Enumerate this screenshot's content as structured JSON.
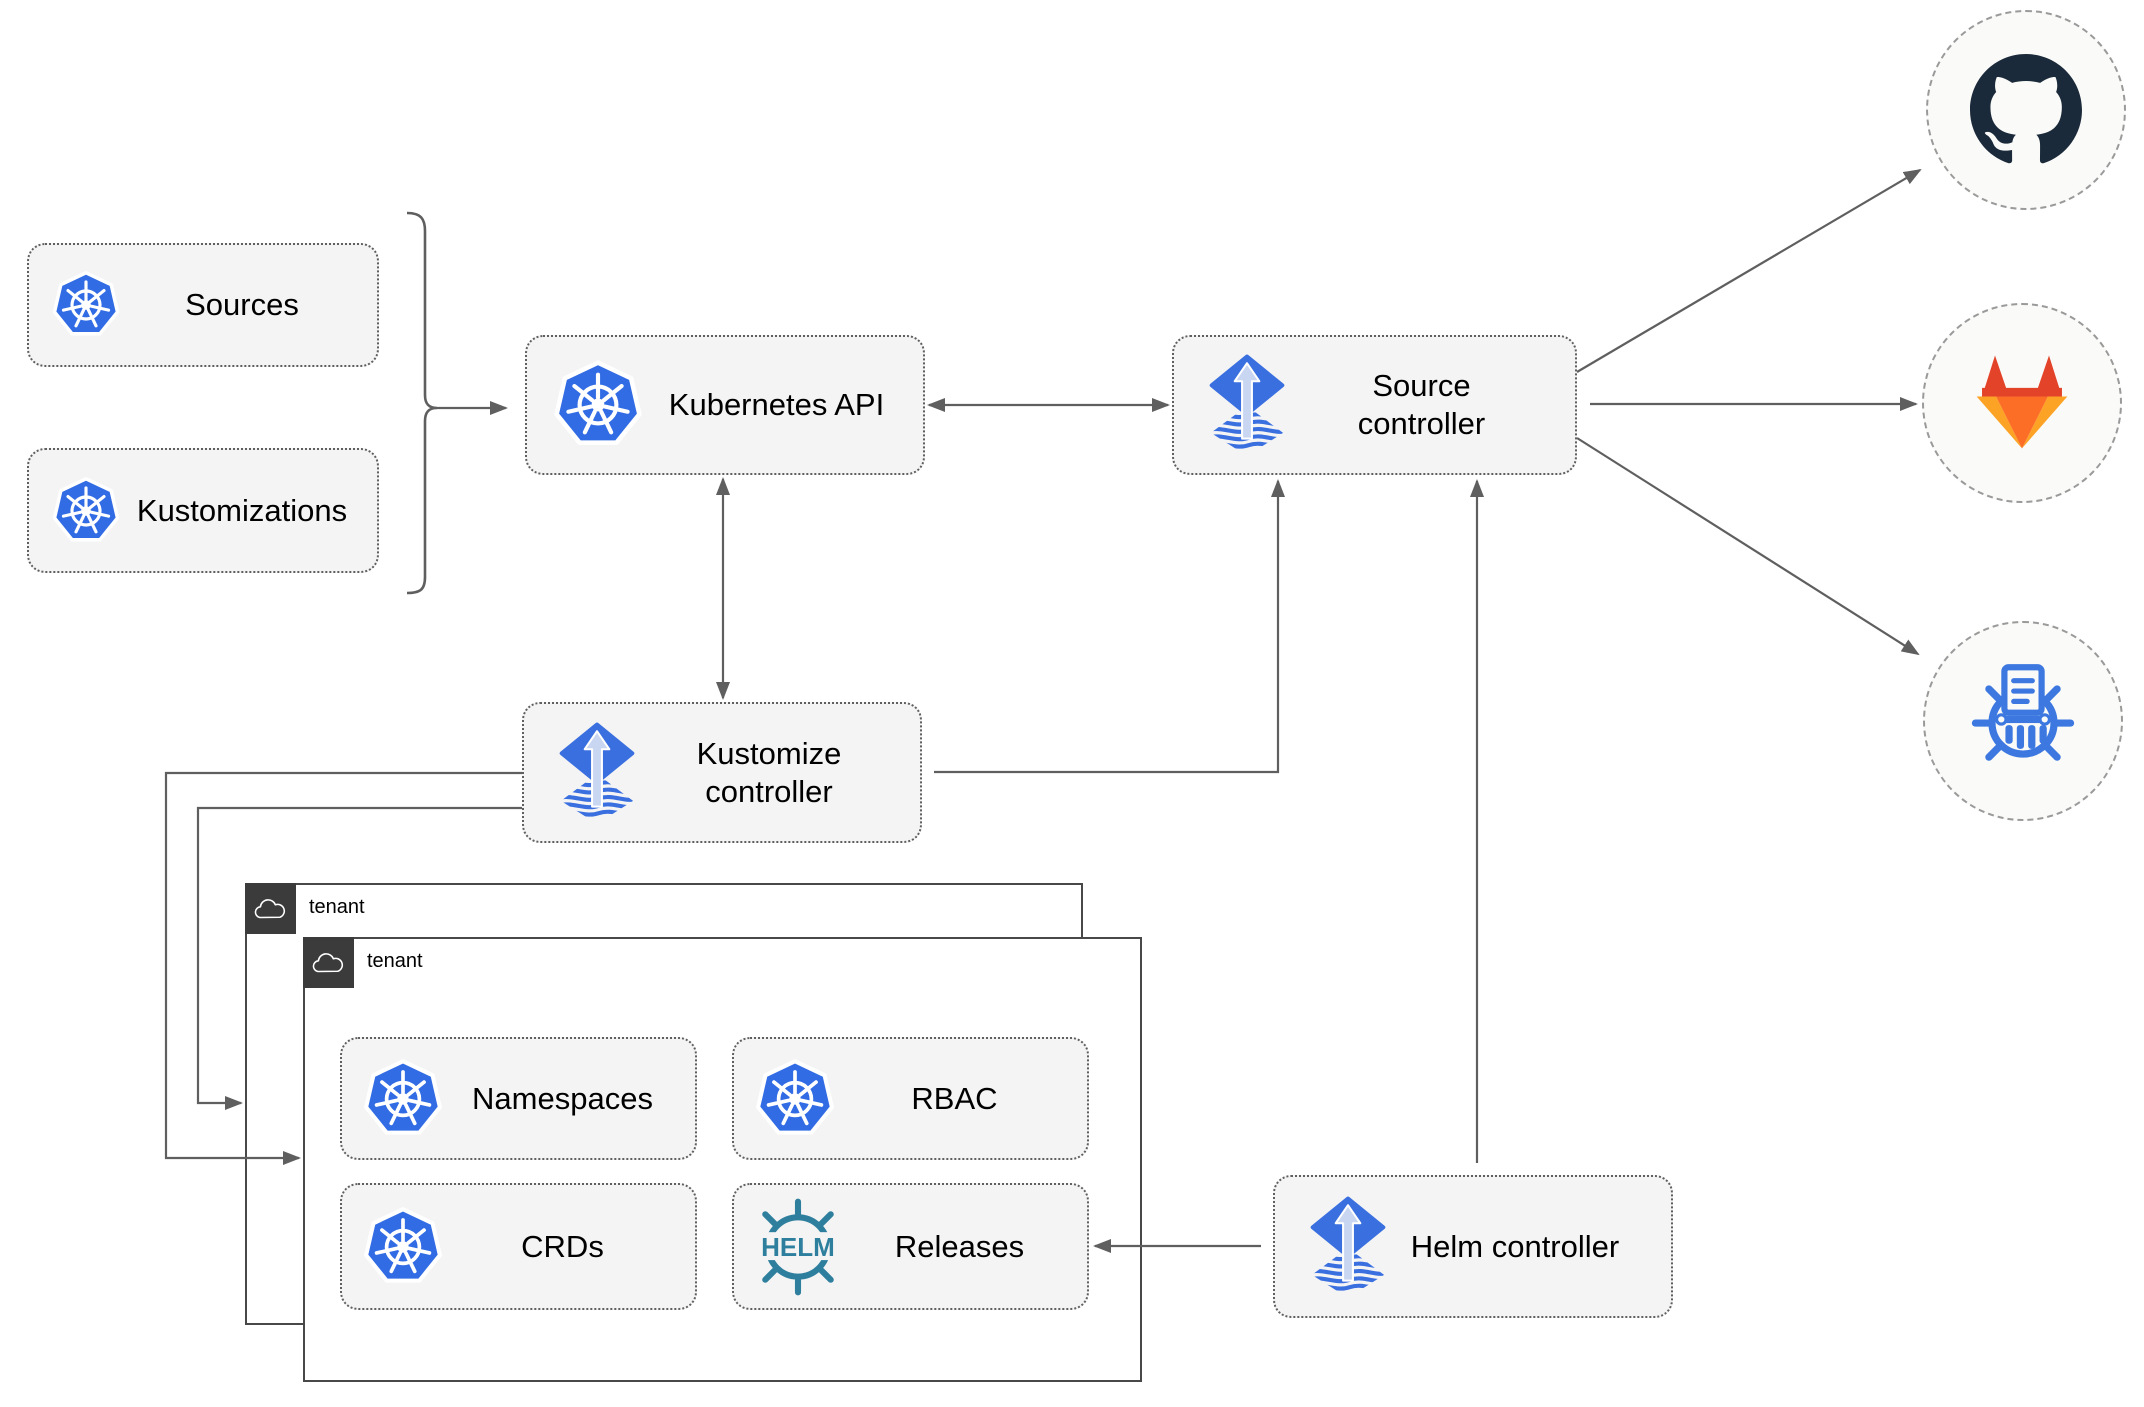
{
  "resources_group": {
    "sources": {
      "label": "Sources",
      "icon": "kubernetes-icon"
    },
    "kustomizations": {
      "label": "Kustomizations",
      "icon": "kubernetes-icon"
    }
  },
  "nodes": {
    "kubernetes_api": {
      "label": "Kubernetes API",
      "icon": "kubernetes-icon"
    },
    "source_controller": {
      "label": "Source controller",
      "icon": "flux-icon"
    },
    "kustomize_controller": {
      "label": "Kustomize controller",
      "icon": "flux-icon"
    },
    "helm_controller": {
      "label": "Helm controller",
      "icon": "flux-icon"
    }
  },
  "tenants": {
    "outer": {
      "label": "tenant",
      "icon": "cloud-icon"
    },
    "inner": {
      "label": "tenant",
      "icon": "cloud-icon"
    }
  },
  "tenant_resources": {
    "namespaces": {
      "label": "Namespaces",
      "icon": "kubernetes-icon"
    },
    "rbac": {
      "label": "RBAC",
      "icon": "kubernetes-icon"
    },
    "crds": {
      "label": "CRDs",
      "icon": "kubernetes-icon"
    },
    "releases": {
      "label": "Releases",
      "icon": "helm-icon",
      "icon_text": "HELM"
    }
  },
  "external_endpoints": {
    "github": {
      "icon": "github-icon"
    },
    "gitlab": {
      "icon": "gitlab-icon"
    },
    "helm_repository": {
      "icon": "chart-repository-icon"
    }
  },
  "edges": [
    "sources+kustomizations -> kubernetes-api",
    "kubernetes-api <-> source-controller",
    "kubernetes-api <-> kustomize-controller",
    "kustomize-controller -> source-controller",
    "helm-controller -> source-controller",
    "helm-controller -> releases",
    "kustomize-controller -> tenant-outer",
    "kustomize-controller -> tenant-inner",
    "source-controller -> github",
    "source-controller -> gitlab",
    "source-controller -> helm-repository"
  ],
  "colors": {
    "box_fill": "#f4f4f4",
    "box_border": "#5f5f5f",
    "line": "#5f5f5f",
    "kubernetes_blue": "#326ce5",
    "flux_blue": "#3a6fe0",
    "flux_arrow_fill": "#c9d6f2",
    "helm_teal": "#2e7f9e",
    "github_dark": "#1b2a3a",
    "gitlab_dark_orange": "#e24329",
    "gitlab_orange": "#fc6d26",
    "gitlab_light_orange": "#fca326",
    "chart_repo_blue": "#3c78e0",
    "tenant_tab": "#3b3b3b",
    "tenant_border": "#484848",
    "endpoint_fill": "#fafaf8",
    "endpoint_border": "#9a9a9a"
  }
}
